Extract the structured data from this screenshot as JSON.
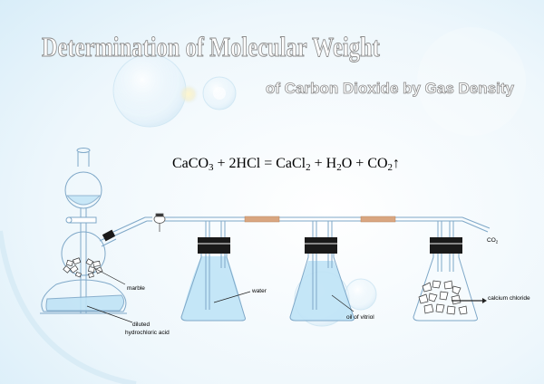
{
  "title": "Determination of Molecular Weight",
  "subtitle": "of Carbon Dioxide by Gas Density",
  "equation": {
    "reactant1": "CaCO",
    "reactant1_sub": "3",
    "plus1": " + ",
    "reactant2": "2HCl",
    "equals": " = ",
    "product1": "CaCl",
    "product1_sub": "2",
    "plus2": " + ",
    "product2_a": "H",
    "product2_sub": "2",
    "product2_b": "O",
    "plus3": " + ",
    "product3": "CO",
    "product3_sub": "2",
    "arrow": "↑"
  },
  "labels": {
    "marble": "marble",
    "acid_line1": "diluted",
    "acid_line2": "hydrochloric acid",
    "water": "water",
    "oil": "oil of vitriol",
    "calcium": "calcium chloride",
    "co2": "CO",
    "co2_sub": "2"
  },
  "colors": {
    "background": "#e6f3fb",
    "glass_stroke": "#7fa8c8",
    "liquid": "#bfe3f6",
    "stopper": "#1a1a1a",
    "rubber_tube": "#d9a680"
  }
}
